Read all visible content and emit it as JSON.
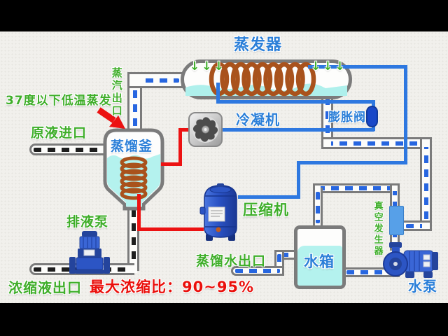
{
  "diagram": {
    "components": {
      "evaporator": {
        "label": "蒸发器"
      },
      "condenser": {
        "label": "冷凝机"
      },
      "expansion_valve": {
        "label": "膨胀阀"
      },
      "compressor": {
        "label": "压缩机"
      },
      "distill_kettle": {
        "label": "蒸馏釜"
      },
      "drain_pump": {
        "label": "排液泵"
      },
      "water_tank": {
        "label": "水箱"
      },
      "water_pump": {
        "label": "水泵"
      },
      "vacuum_generator": {
        "label": "真空发生器"
      }
    },
    "annotations": {
      "steam_outlet": "蒸汽出口",
      "temp_note": "37度以下低温蒸发",
      "raw_liquid_inlet": "原液进口",
      "concentrate_outlet": "浓缩液出口",
      "max_ratio": "最大浓缩比：90~95%",
      "distilled_outlet": "蒸馏水出口",
      "spray_arrows": "↓↓↓"
    },
    "palette": {
      "label_green": "#3fae2a",
      "label_blue": "#2b7fd8",
      "label_red": "#ea100c",
      "hot_line": "#ec1212",
      "cold_line": "#2e78e0",
      "pipe_gray": "#7b7b7b",
      "water_cyan": "#b4f2ee",
      "coil_copper": "#a9521c"
    }
  }
}
